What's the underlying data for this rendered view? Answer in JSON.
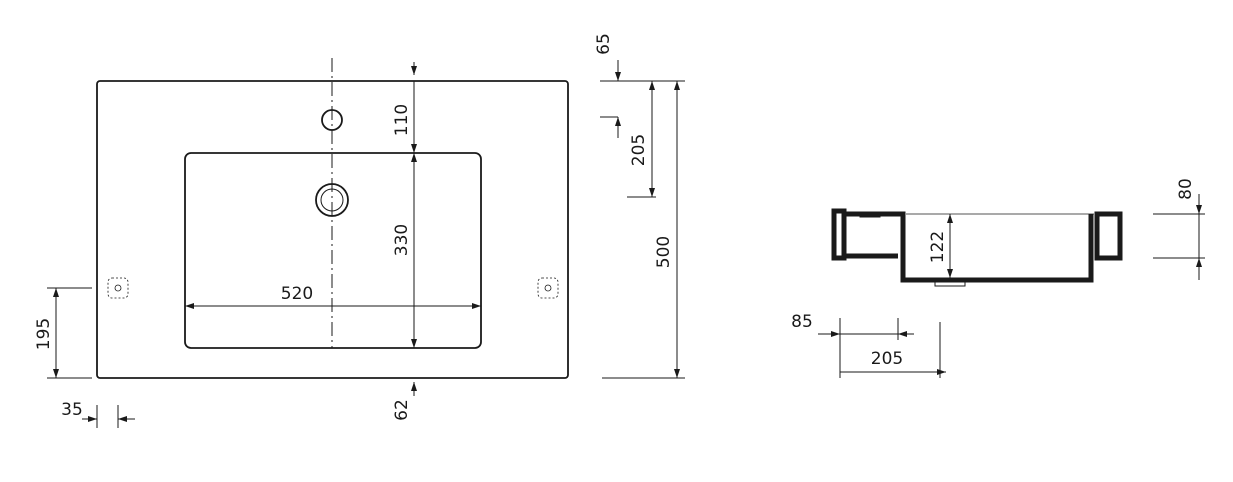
{
  "dimensions": {
    "d65": "65",
    "d110": "110",
    "d205_top": "205",
    "d330": "330",
    "d500": "500",
    "d520": "520",
    "d195": "195",
    "d35": "35",
    "d62": "62",
    "d80": "80",
    "d122": "122",
    "d85": "85",
    "d205_side": "205"
  }
}
